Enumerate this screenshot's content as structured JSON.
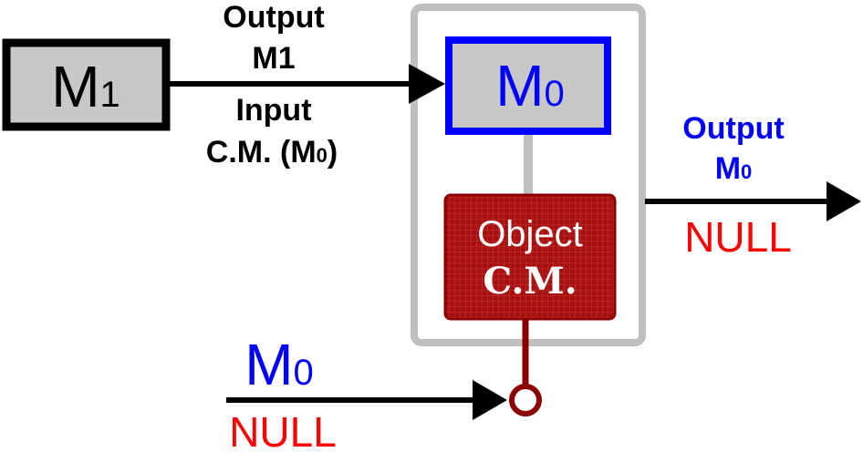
{
  "diagram": {
    "m1_box": {
      "main": "M",
      "sub": "1"
    },
    "m0_box": {
      "main": "M",
      "sub": "0"
    },
    "object_box": {
      "line1": "Object",
      "line2": "C.M."
    },
    "top_output": {
      "line1": "Output",
      "line2": "M1"
    },
    "top_input": {
      "line1": "Input",
      "line2_prefix": "C.M. (M",
      "line2_sub": "0",
      "line2_suffix": ")"
    },
    "right_output": {
      "line1": "Output",
      "line2_main": "M",
      "line2_sub": "0",
      "null_label": "NULL"
    },
    "bottom_input": {
      "main": "M",
      "sub": "0",
      "null_label": "NULL"
    },
    "colors": {
      "black": "#000000",
      "blue": "#0000ff",
      "red": "#ff0000",
      "dark_red": "#8b0000",
      "object_fill": "#b01010",
      "gray_box": "#c8c8c8",
      "gray_border": "#bfbfbf",
      "white": "#ffffff"
    }
  }
}
